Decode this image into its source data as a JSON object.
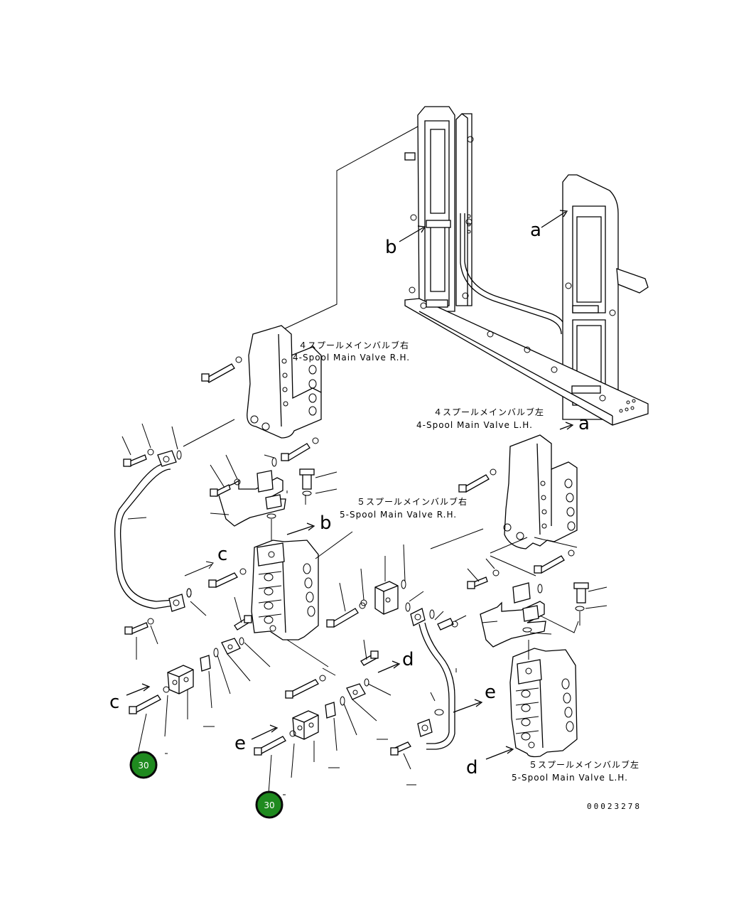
{
  "labels": {
    "valve_4_rh_jp": "４スプールメインバルブ右",
    "valve_4_rh_en": "4-Spool Main Valve R.H.",
    "valve_4_lh_jp": "４スプールメインバルブ左",
    "valve_4_lh_en": "4-Spool Main Valve L.H.",
    "valve_5_rh_jp": "５スプールメインバルブ右",
    "valve_5_rh_en": "5-Spool Main Valve R.H.",
    "valve_5_lh_jp": "５スプールメインバルブ左",
    "valve_5_lh_en": "5-Spool Main Valve L.H."
  },
  "reference_letters": {
    "a": "a",
    "b": "b",
    "c": "c",
    "d": "d",
    "e": "e"
  },
  "drawing_code": "00023278",
  "callouts": [
    {
      "id": "callout-1",
      "number": "30"
    },
    {
      "id": "callout-2",
      "number": "30"
    }
  ],
  "colors": {
    "line": "#000000",
    "callout_fill": "#1f8a1f",
    "callout_border": "#0a0a0a",
    "background": "#ffffff"
  }
}
